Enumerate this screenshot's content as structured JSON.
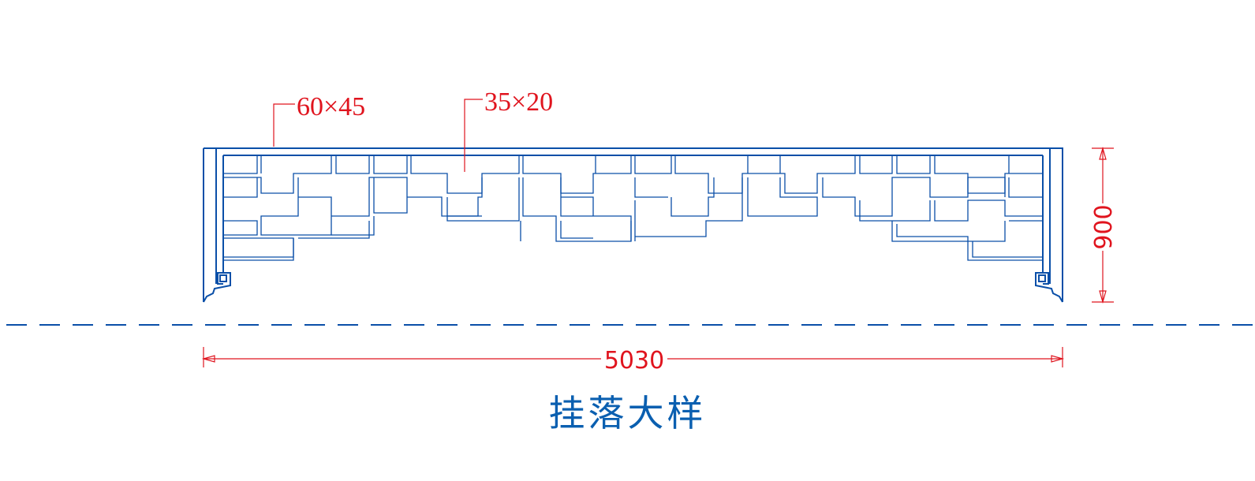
{
  "title": "挂落大样",
  "labels": {
    "frame_section": "60×45",
    "lattice_section": "35×20"
  },
  "dimensions": {
    "width": "5030",
    "height": "900"
  },
  "colors": {
    "linework": "#0a4fa8",
    "annotation": "#e0141e",
    "title": "#0a5fb0"
  }
}
